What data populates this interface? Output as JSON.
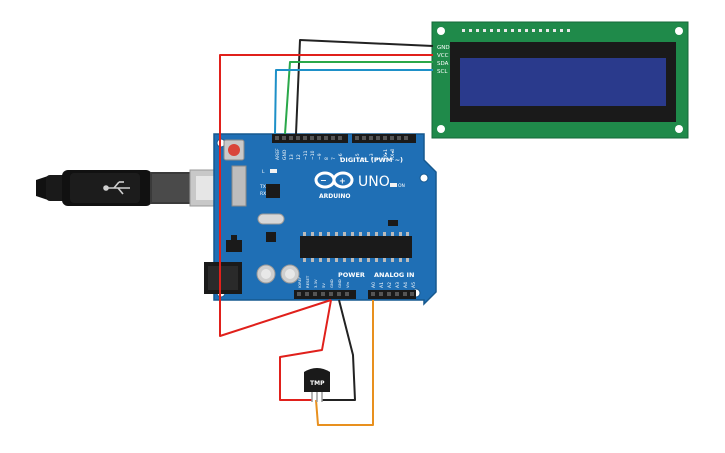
{
  "arduino": {
    "brand": "ARDUINO",
    "model": "UNO",
    "digital_label": "DIGITAL (PWM ~)",
    "power_label": "POWER",
    "analog_label": "ANALOG IN",
    "on_label": "ON",
    "tx_label": "TX",
    "rx_label": "RX",
    "l_label": "L",
    "digital_pins": [
      "AREF",
      "GND",
      "13",
      "12",
      "~11",
      "~10",
      "~9",
      "8",
      "7",
      "~6",
      "~5",
      "4",
      "~3",
      "2",
      "TX▸1",
      "RX◂0"
    ],
    "power_pins": [
      "IOREF",
      "RESET",
      "3.3V",
      "5V",
      "GND",
      "GND",
      "Vin"
    ],
    "analog_pins": [
      "A0",
      "A1",
      "A2",
      "A3",
      "A4",
      "A5"
    ],
    "board_color": "#1f6fb5"
  },
  "lcd": {
    "pins": [
      "GND",
      "VCC",
      "SDA",
      "SCL"
    ],
    "pcb_color": "#1f8a4a",
    "screen_color": "#2a3a8c"
  },
  "sensor": {
    "label": "TMP"
  },
  "wires": [
    {
      "name": "lcd-gnd-wire",
      "color": "#222222"
    },
    {
      "name": "lcd-vcc-wire",
      "color": "#e0201b"
    },
    {
      "name": "lcd-sda-wire",
      "color": "#2aa84a"
    },
    {
      "name": "lcd-scl-wire",
      "color": "#1e90c8"
    },
    {
      "name": "tmp-5v-wire",
      "color": "#e0201b"
    },
    {
      "name": "tmp-gnd-wire",
      "color": "#222222"
    },
    {
      "name": "tmp-a0-wire",
      "color": "#e8901e"
    }
  ]
}
